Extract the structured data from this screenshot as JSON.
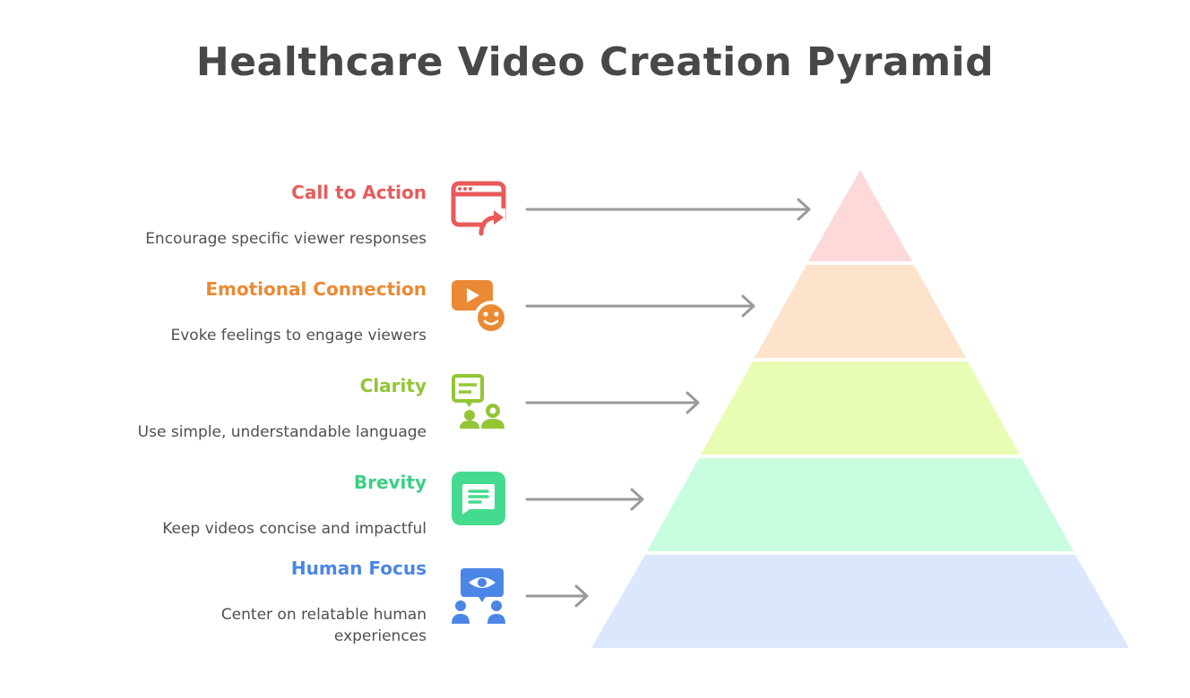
{
  "title": "Healthcare Video Creation Pyramid",
  "levels": [
    {
      "title": "Call to Action",
      "description": "Encourage specific viewer responses",
      "color": "#e85a5a",
      "fill": "#fdd9d9",
      "icon": "browser-share-icon"
    },
    {
      "title": "Emotional Connection",
      "description": "Evoke feelings to engage viewers",
      "color": "#ea8a35",
      "fill": "#fde3cc",
      "icon": "video-emotion-icon"
    },
    {
      "title": "Clarity",
      "description": "Use simple, understandable language",
      "color": "#93c635",
      "fill": "#e9fcb4",
      "icon": "conversation-icon"
    },
    {
      "title": "Brevity",
      "description": "Keep videos concise and impactful",
      "color": "#3ccf84",
      "fill": "#c8fde0",
      "icon": "message-icon"
    },
    {
      "title": "Human Focus",
      "description": "Center on relatable human experiences",
      "color": "#4b86e6",
      "fill": "#dbe7fd",
      "icon": "audience-vision-icon"
    }
  ],
  "arrow_color": "#9a9a9a"
}
